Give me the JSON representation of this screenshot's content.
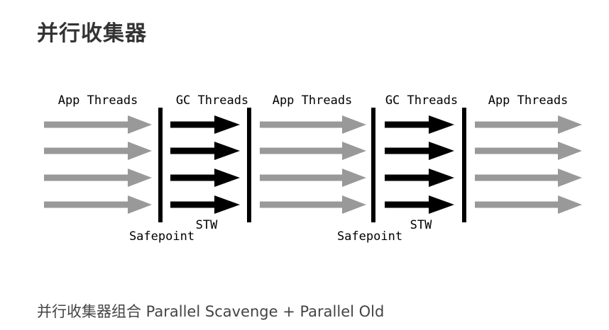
{
  "title": "并行收集器",
  "caption": "并行收集器组合 Parallel Scavenge + Parallel Old",
  "diagram": {
    "phases": [
      {
        "label": "App Threads",
        "type": "app"
      },
      {
        "label": "GC Threads",
        "type": "gc"
      },
      {
        "label": "App Threads",
        "type": "app"
      },
      {
        "label": "GC Threads",
        "type": "gc"
      },
      {
        "label": "App Threads",
        "type": "app"
      }
    ],
    "thread_count": 4,
    "safepoints": [
      {
        "label": "Safepoint",
        "stw_label": "STW"
      },
      {
        "label": "Safepoint",
        "stw_label": "STW"
      }
    ],
    "colors": {
      "app_arrow": "#999999",
      "gc_arrow": "#000000",
      "barrier": "#000000"
    }
  }
}
